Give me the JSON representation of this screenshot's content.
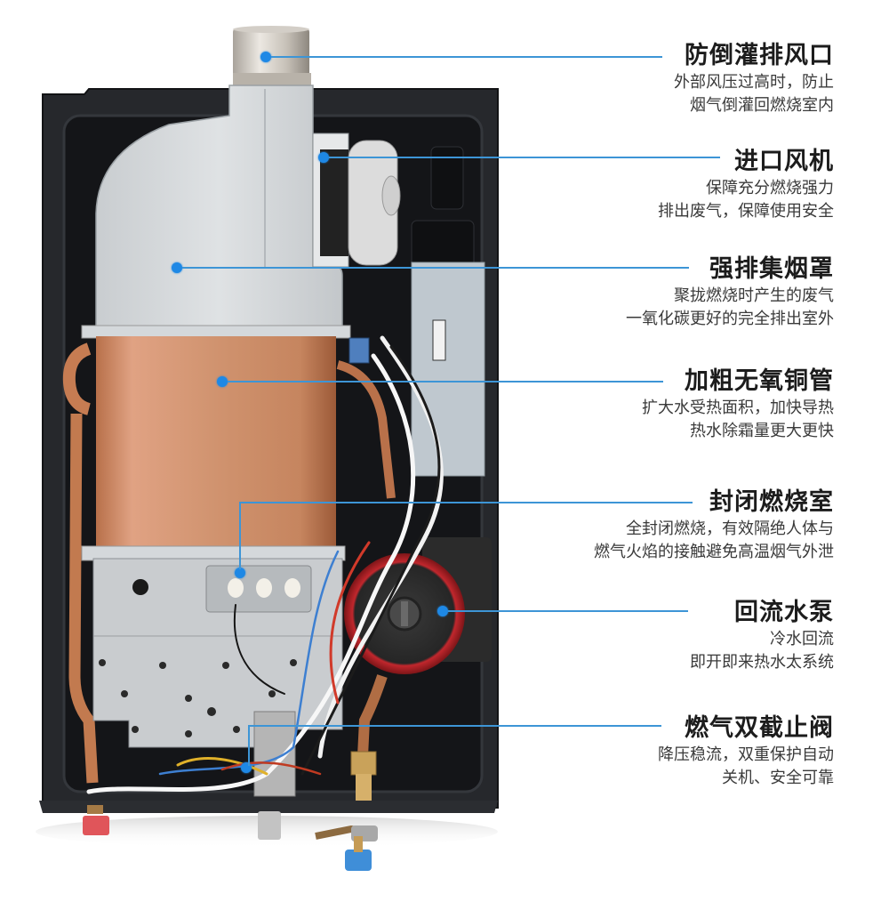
{
  "diagram": {
    "subject": "gas water heater internal structure",
    "colors": {
      "leader_line": "#3d95d6",
      "dot": "#1e88e5",
      "cabinet": "#1f2125",
      "copper": "#c98a65",
      "pump_red": "#b7262a",
      "hot_cap": "#e0555a",
      "cold_cap": "#3f8ed8"
    },
    "callouts": [
      {
        "id": "anti-backflow-flue",
        "title": "防倒灌排风口",
        "desc": [
          "外部风压过高时，防止",
          "烟气倒灌回燃烧室内"
        ]
      },
      {
        "id": "intake-fan",
        "title": "进口风机",
        "desc": [
          "保障充分燃烧强力",
          "排出废气，保障使用安全"
        ]
      },
      {
        "id": "exhaust-hood",
        "title": "强排集烟罩",
        "desc": [
          "聚拢燃烧时产生的废气",
          "一氧化碳更好的完全排出室外"
        ]
      },
      {
        "id": "oxygen-free-copper",
        "title": "加粗无氧铜管",
        "desc": [
          "扩大水受热面积，加快导热",
          "热水除霜量更大更快"
        ]
      },
      {
        "id": "sealed-combustion",
        "title": "封闭燃烧室",
        "desc": [
          "全封闭燃烧，有效隔绝人体与",
          "燃气火焰的接触避免高温烟气外泄"
        ]
      },
      {
        "id": "circulation-pump",
        "title": "回流水泵",
        "desc": [
          "冷水回流",
          "即开即来热水太系统"
        ]
      },
      {
        "id": "gas-dual-valve",
        "title": "燃气双截止阀",
        "desc": [
          "降压稳流，双重保护自动",
          "关机、安全可靠"
        ]
      }
    ]
  }
}
